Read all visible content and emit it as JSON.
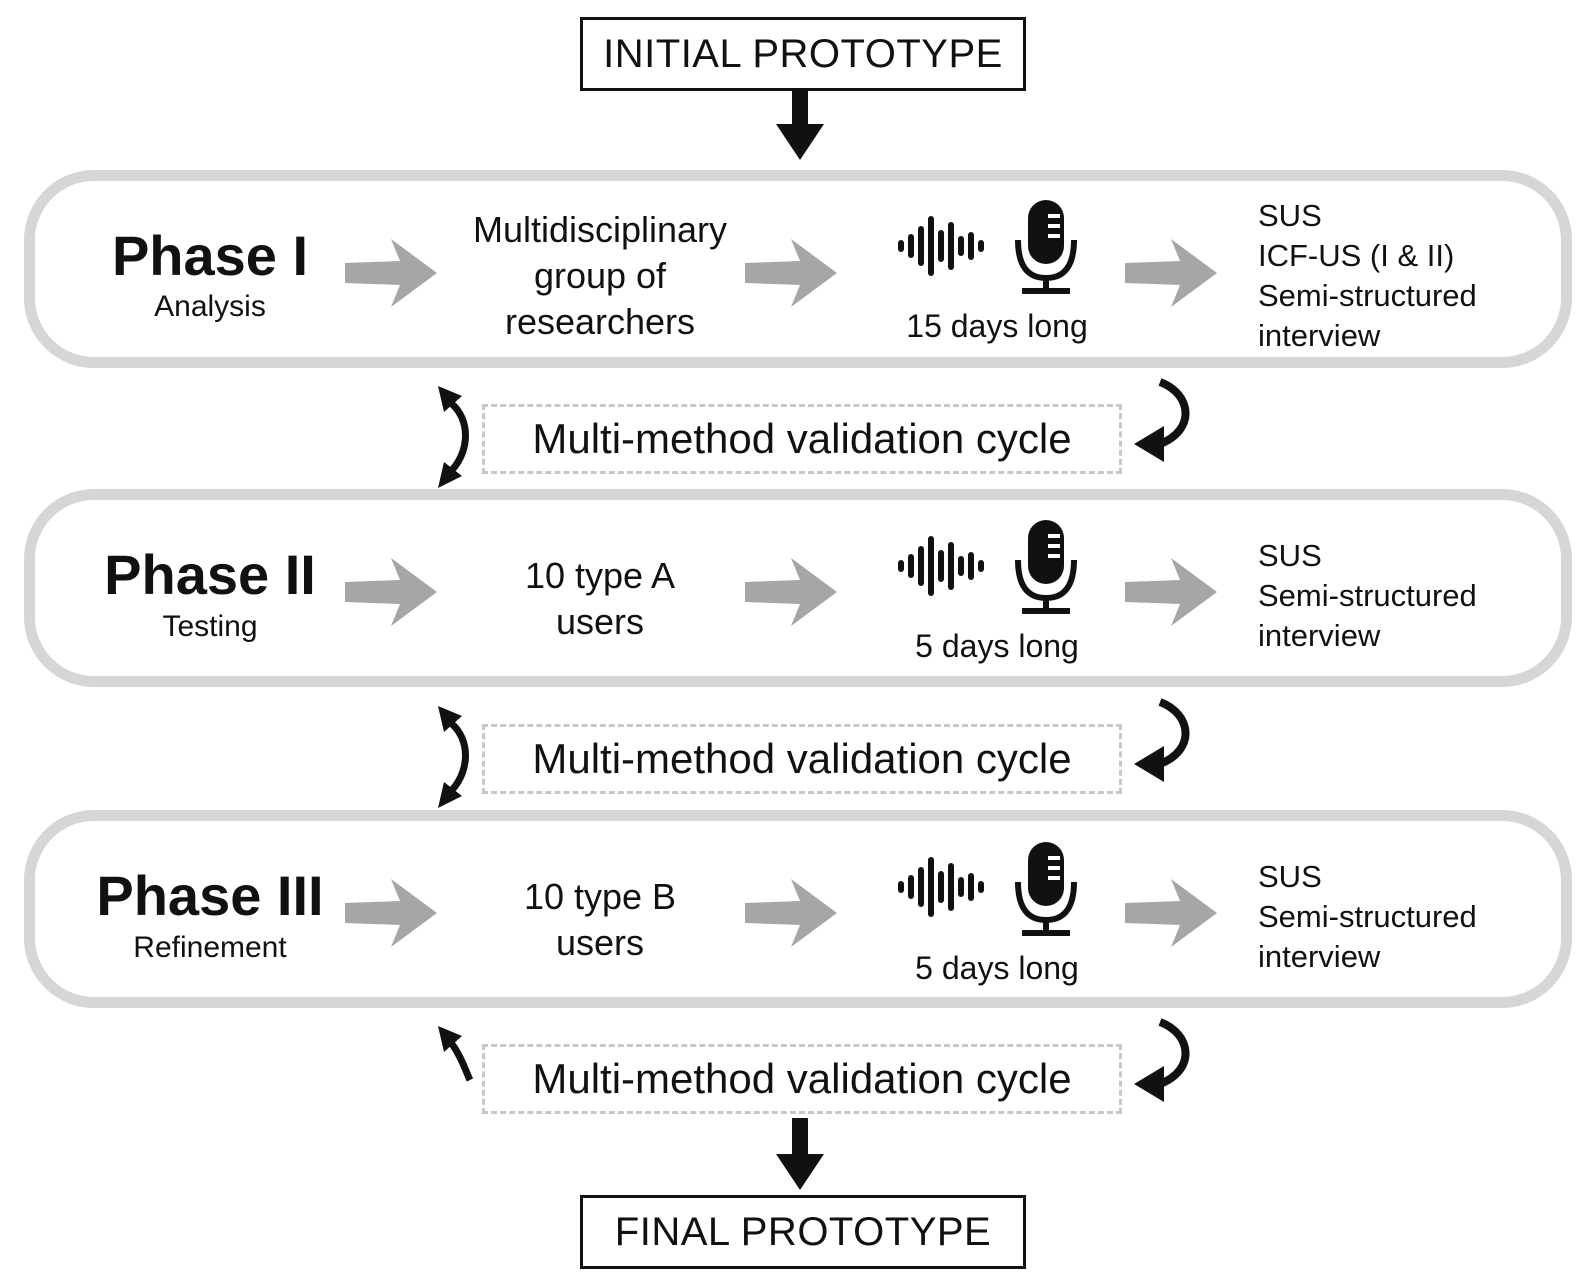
{
  "initial_prototype": "INITIAL PROTOTYPE",
  "final_prototype": "FINAL PROTOTYPE",
  "phases": [
    {
      "title": "Phase I",
      "subtitle": "Analysis",
      "participants": [
        "Multidisciplinary",
        "group of",
        "researchers"
      ],
      "duration": "15 days long",
      "instruments": [
        "SUS",
        "ICF-US (I & II)",
        "Semi-structured",
        "interview"
      ]
    },
    {
      "title": "Phase II",
      "subtitle": "Testing",
      "participants": [
        "10 type A",
        "users"
      ],
      "duration": "5 days long",
      "instruments": [
        "SUS",
        "Semi-structured",
        "interview"
      ]
    },
    {
      "title": "Phase III",
      "subtitle": "Refinement",
      "participants": [
        "10 type B",
        "users"
      ],
      "duration": "5 days long",
      "instruments": [
        "SUS",
        "Semi-structured",
        "interview"
      ]
    }
  ],
  "cycles": [
    "Multi-method validation cycle",
    "Multi-method validation cycle",
    "Multi-method validation cycle"
  ],
  "icons": [
    "sound-wave-icon",
    "microphone-icon"
  ],
  "colors": {
    "frame": "#d6d6d6",
    "arrow": "#a6a6a6",
    "ink": "#111111",
    "dashed": "#c8c8c8"
  }
}
